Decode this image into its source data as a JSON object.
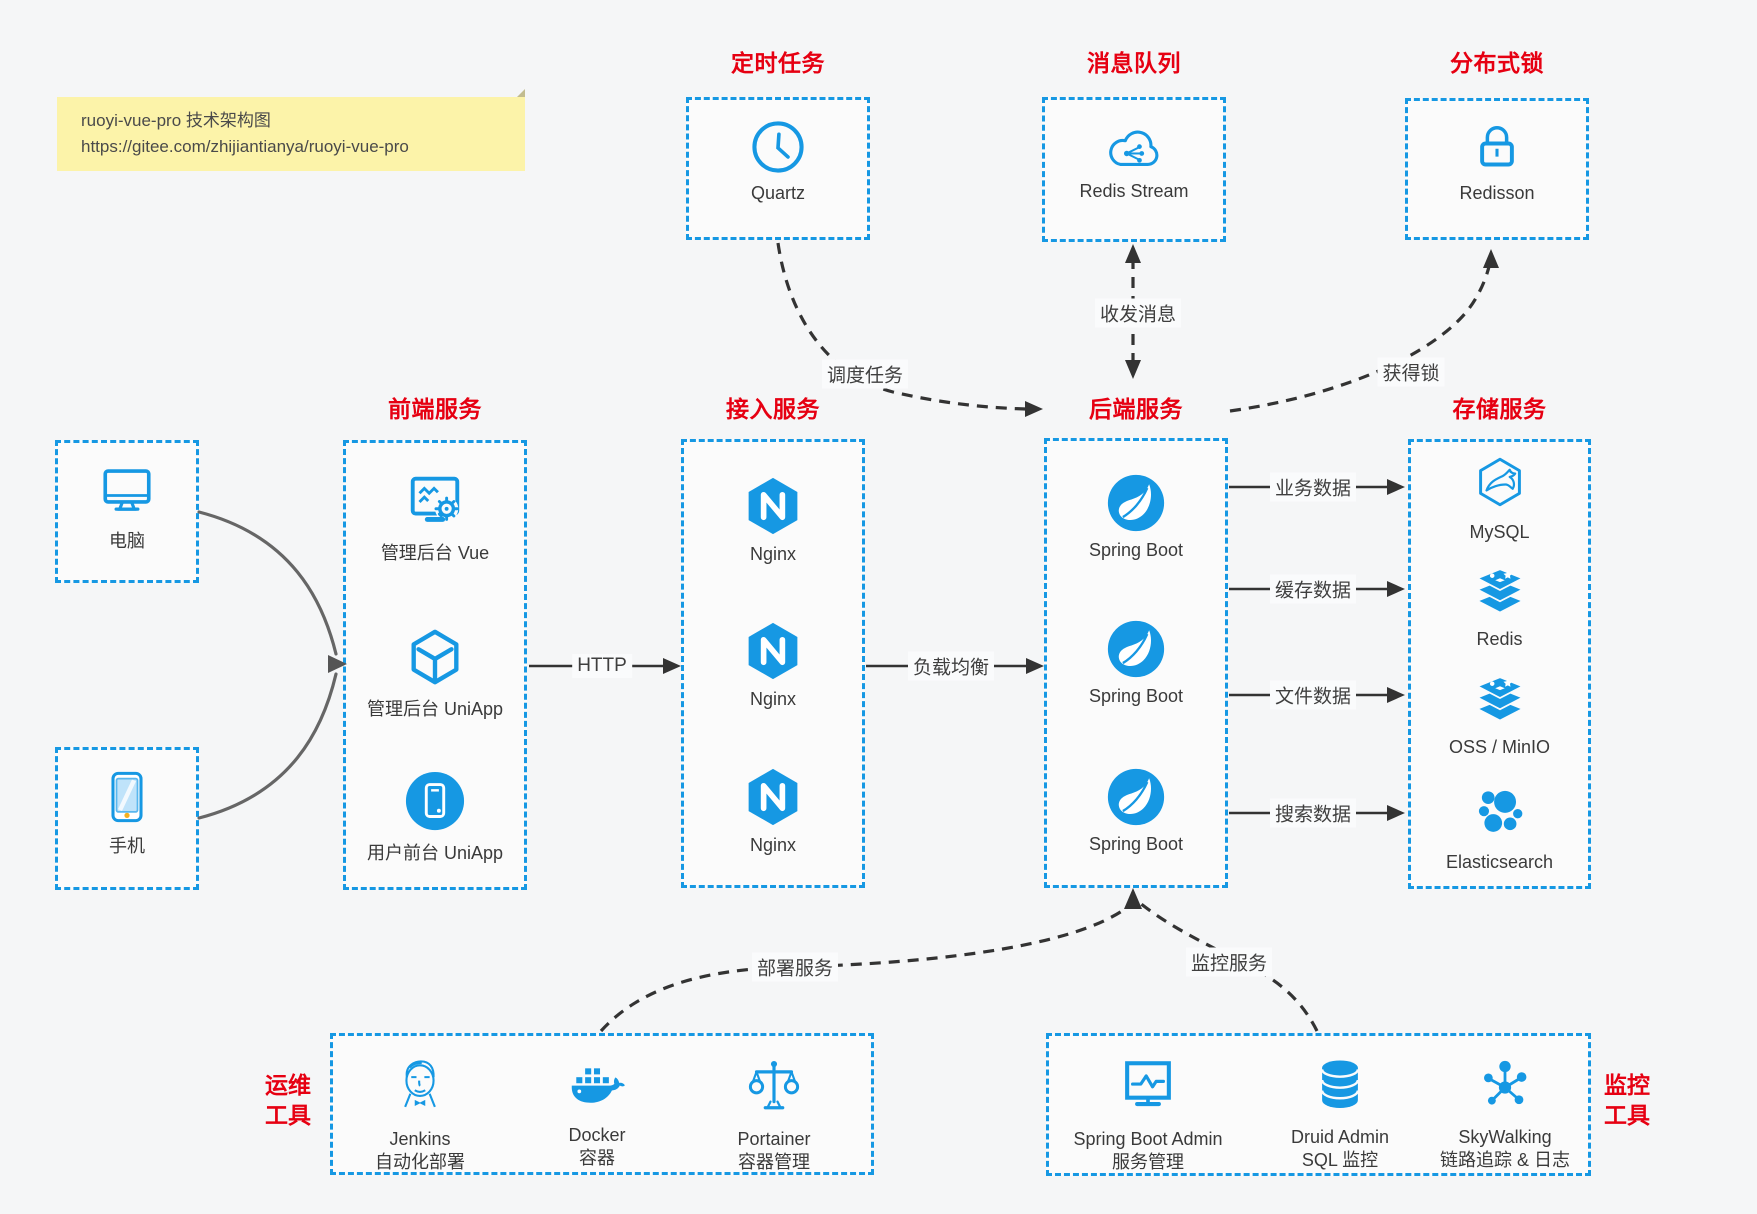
{
  "colors": {
    "accent_blue": "#1698e3",
    "title_red": "#e60012",
    "note_bg": "#fcf3a9",
    "arrow_black": "#333333",
    "arrow_gray": "#666666",
    "canvas_bg": "#f5f6f7",
    "label_text": "#3a3a3a"
  },
  "note": {
    "line1": "ruoyi-vue-pro 技术架构图",
    "line2": "https://gitee.com/zhijiantianya/ruoyi-vue-pro"
  },
  "clusters": {
    "scheduler": {
      "title": "定时任务",
      "item": "Quartz"
    },
    "mq": {
      "title": "消息队列",
      "item": "Redis Stream"
    },
    "lock": {
      "title": "分布式锁",
      "item": "Redisson"
    },
    "clients": {
      "pc": "电脑",
      "mobile": "手机"
    },
    "frontend": {
      "title": "前端服务",
      "items": [
        "管理后台 Vue",
        "管理后台 UniApp",
        "用户前台 UniApp"
      ]
    },
    "gateway": {
      "title": "接入服务",
      "items": [
        "Nginx",
        "Nginx",
        "Nginx"
      ]
    },
    "backend": {
      "title": "后端服务",
      "items": [
        "Spring Boot",
        "Spring Boot",
        "Spring Boot"
      ]
    },
    "storage": {
      "title": "存储服务",
      "items": [
        "MySQL",
        "Redis",
        "OSS / MinIO",
        "Elasticsearch"
      ]
    },
    "ops": {
      "label_line1": "运维",
      "label_line2": "工具",
      "items": [
        {
          "name": "Jenkins",
          "desc": "自动化部署"
        },
        {
          "name": "Docker",
          "desc": "容器"
        },
        {
          "name": "Portainer",
          "desc": "容器管理"
        }
      ]
    },
    "monitoring": {
      "label_line1": "监控",
      "label_line2": "工具",
      "items": [
        {
          "name": "Spring Boot Admin",
          "desc": "服务管理"
        },
        {
          "name": "Druid Admin",
          "desc": "SQL 监控"
        },
        {
          "name": "SkyWalking",
          "desc": "链路追踪 & 日志"
        }
      ]
    }
  },
  "edges": {
    "dispatch": "调度任务",
    "messaging": "收发消息",
    "acquire_lock": "获得锁",
    "http": "HTTP",
    "load_balance": "负载均衡",
    "business_data": "业务数据",
    "cache_data": "缓存数据",
    "file_data": "文件数据",
    "search_data": "搜索数据",
    "deploy": "部署服务",
    "monitor": "监控服务"
  }
}
